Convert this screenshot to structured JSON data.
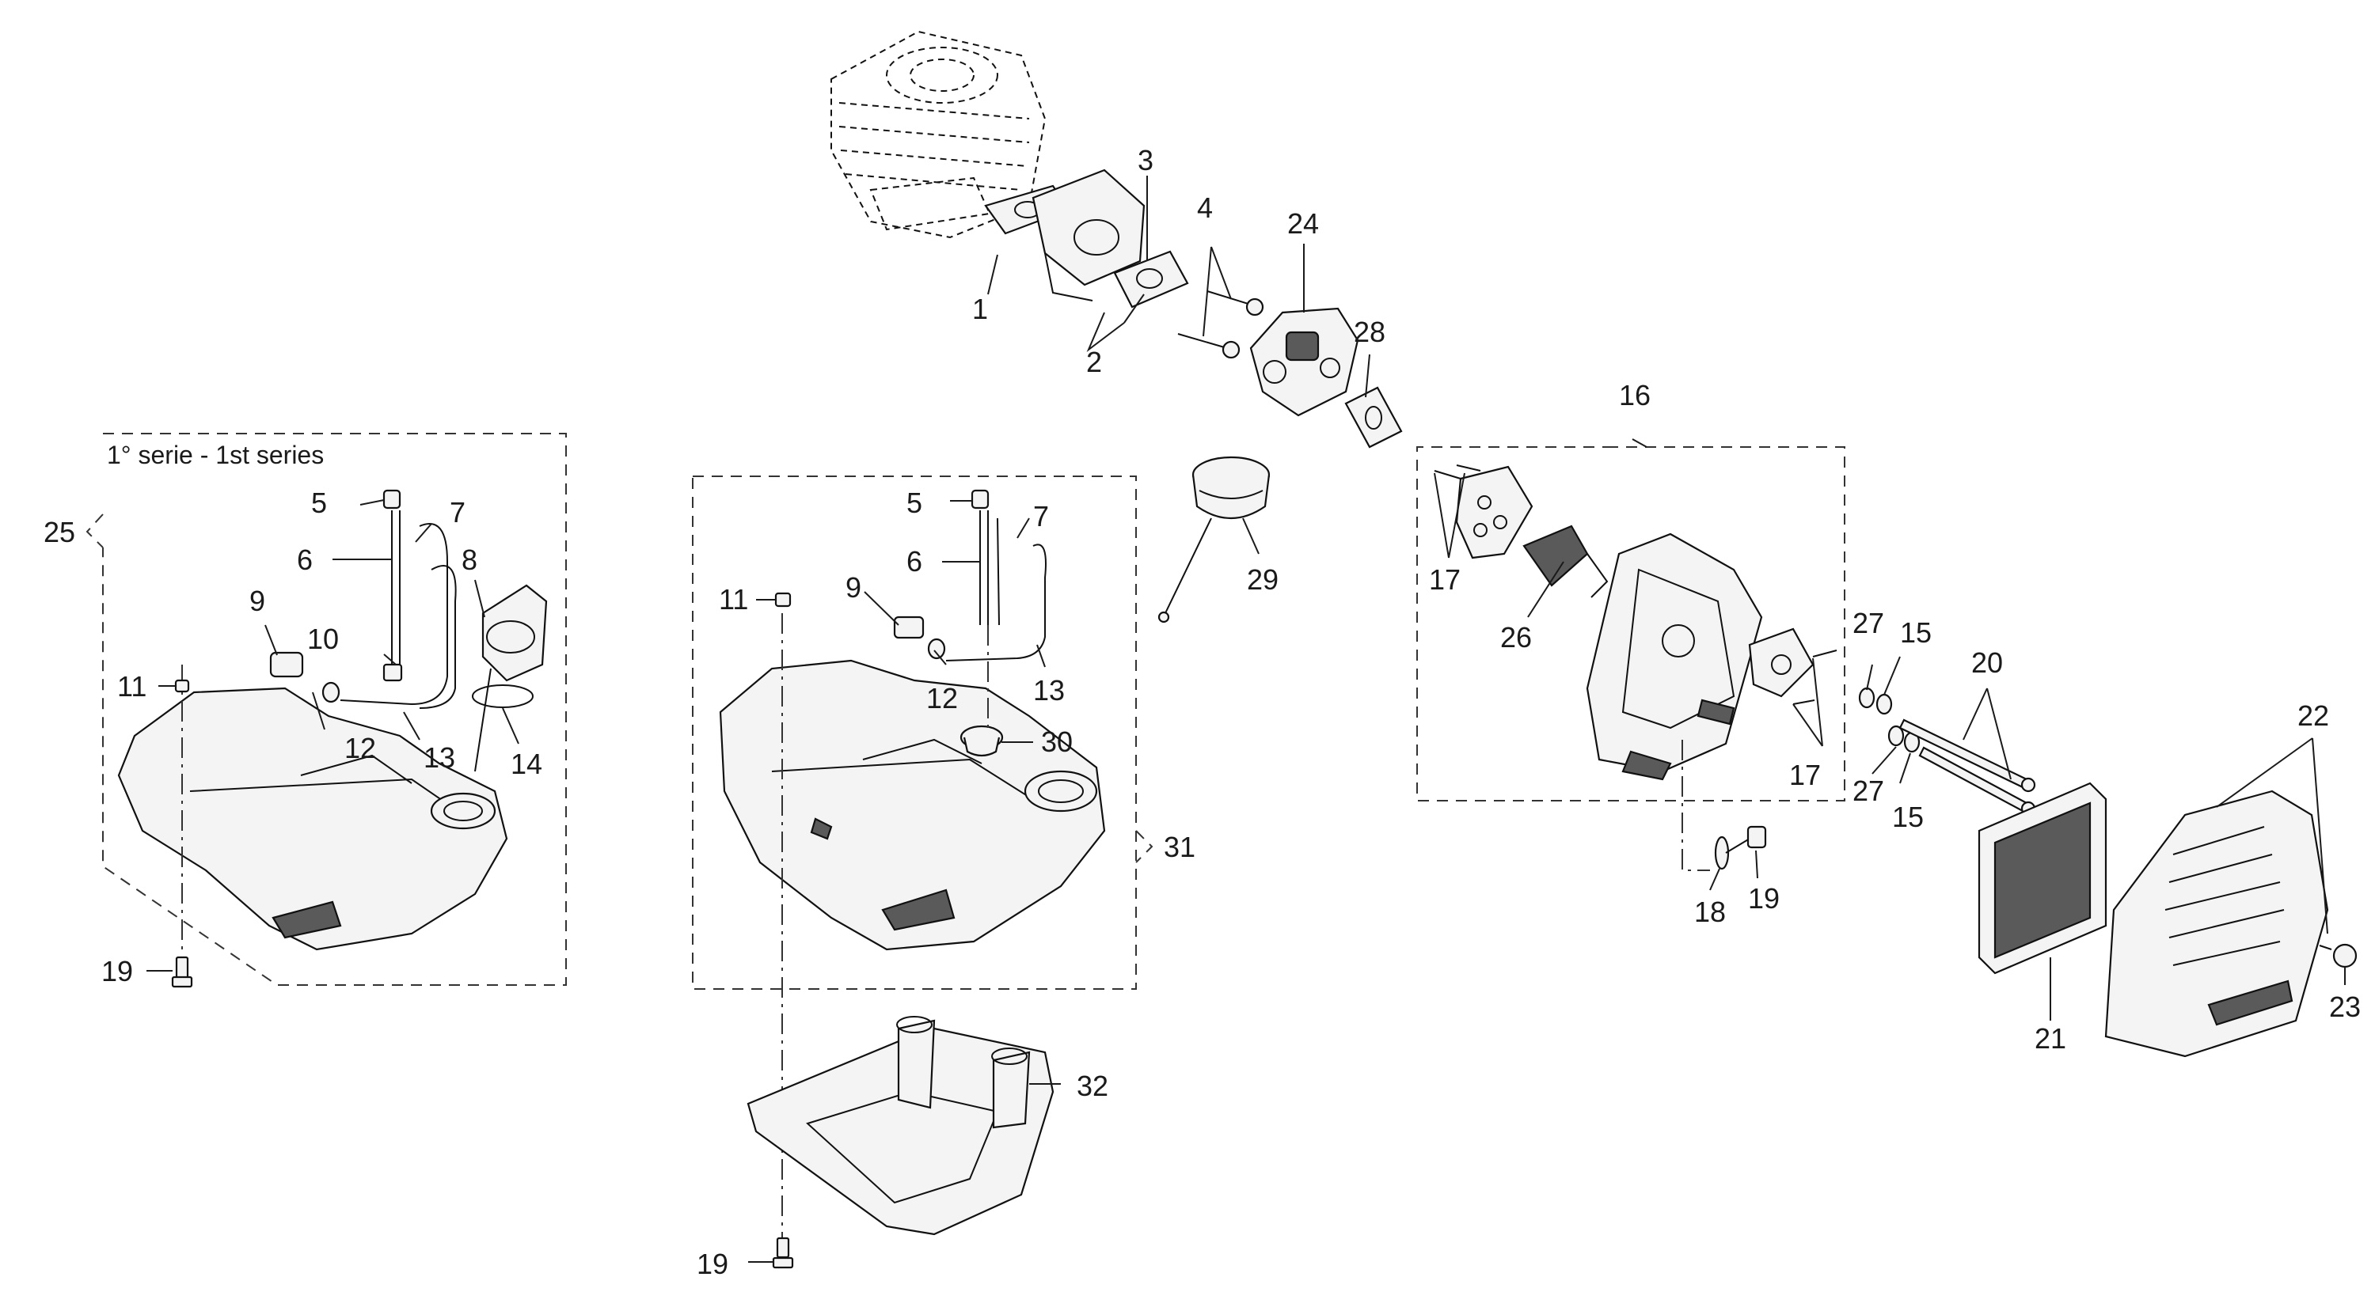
{
  "series_label": "1° serie - 1st series",
  "callouts": {
    "c1": "1",
    "c2": "2",
    "c3": "3",
    "c4": "4",
    "c24": "24",
    "c28": "28",
    "c16": "16",
    "c17a": "17",
    "c17b": "17",
    "c26": "26",
    "c27a": "27",
    "c15a": "15",
    "c20": "20",
    "c27b": "27",
    "c15b": "15",
    "c22": "22",
    "c18": "18",
    "c19c": "19",
    "c21": "21",
    "c23": "23",
    "c29": "29",
    "c25": "25",
    "l5": "5",
    "l7": "7",
    "l6": "6",
    "l8": "8",
    "l9": "9",
    "l10": "10",
    "l11": "11",
    "l12": "12",
    "l13": "13",
    "l14": "14",
    "l19": "19",
    "m5": "5",
    "m7": "7",
    "m6": "6",
    "m11": "11",
    "m9": "9",
    "m12": "12",
    "m13": "13",
    "m30": "30",
    "c31": "31",
    "c32": "32",
    "m19": "19"
  }
}
